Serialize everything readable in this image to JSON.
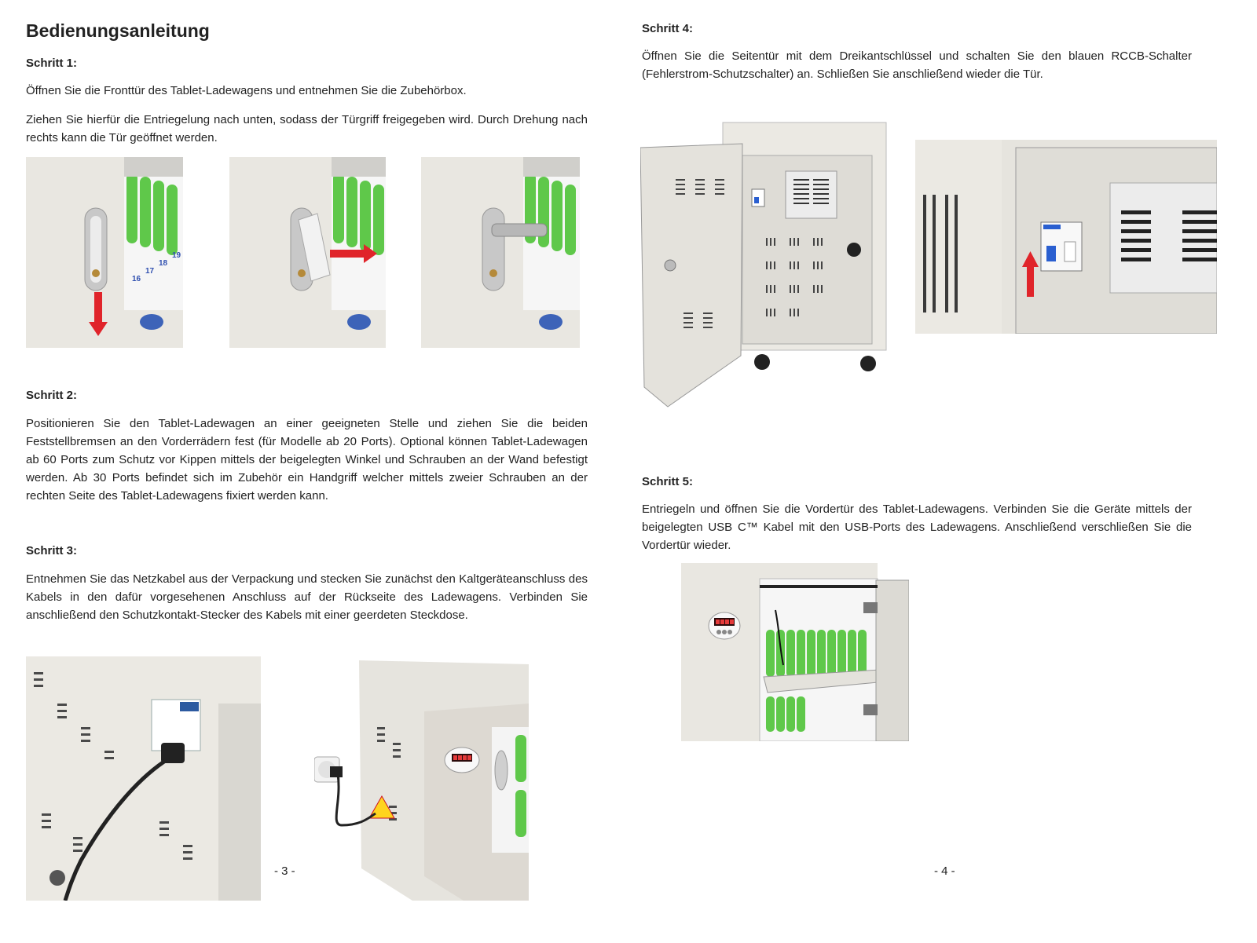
{
  "left": {
    "title": "Bedienungsanleitung",
    "step1": {
      "heading": "Schritt 1:",
      "para1": "Öffnen Sie die Fronttür des Tablet-Ladewagens und entnehmen Sie die Zubehörbox.",
      "para2": "Ziehen Sie hierfür die Entriegelung nach unten, sodass der Türgriff freigegeben wird. Durch Drehung nach rechts kann die Tür geöffnet werden.",
      "slot_numbers": [
        "16",
        "17",
        "18",
        "19"
      ]
    },
    "step2": {
      "heading": "Schritt 2:",
      "para": "Positionieren Sie den Tablet-Ladewagen an einer geeigneten Stelle und ziehen Sie die beiden Feststellbremsen an den Vorderrädern fest (für Modelle ab 20 Ports). Optional können Tablet-Ladewagen ab 60 Ports zum Schutz vor Kippen mittels der beigelegten Winkel und Schrauben an der Wand befestigt werden. Ab 30 Ports befindet sich im Zubehör ein Handgriff welcher mittels zweier Schrauben an der rechten Seite des Tablet-Ladewagens fixiert werden kann."
    },
    "step3": {
      "heading": "Schritt 3:",
      "para": "Entnehmen Sie das Netzkabel aus der Verpackung und stecken Sie zunächst den Kaltgeräteanschluss des Kabels in den dafür vorgesehenen Anschluss auf der Rückseite des Ladewagens. Verbinden Sie anschließend den Schutzkontakt-Stecker des Kabels mit einer geerdeten Steckdose."
    },
    "page_number": "- 3 -"
  },
  "right": {
    "step4": {
      "heading": "Schritt 4:",
      "para": "Öffnen Sie die Seitentür mit dem Dreikantschlüssel und schalten Sie den blauen RCCB-Schalter (Fehlerstrom-Schutzschalter) an. Schließen Sie anschließend wieder die Tür."
    },
    "step5": {
      "heading": "Schritt 5:",
      "para": "Entriegeln und öffnen Sie die Vordertür des Tablet-Ladewagens. Verbinden Sie die Geräte mittels der beigelegten USB C™ Kabel mit den USB-Ports des Ladewagens. Anschließend verschließen Sie die Vordertür wieder."
    },
    "page_number": "- 4 -"
  },
  "colors": {
    "cabinet": "#e8e6e0",
    "tablet_green": "#5fc84a",
    "arrow_red": "#e0242a",
    "rccb_blue": "#2a5fd0",
    "display_red": "#e53a3a"
  },
  "icons": [
    "arrow-down-icon",
    "arrow-right-icon",
    "arrow-up-icon",
    "power-plug-icon",
    "wall-socket-icon"
  ]
}
